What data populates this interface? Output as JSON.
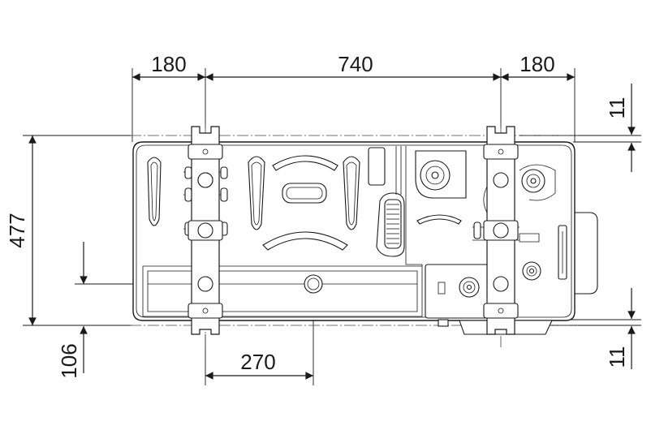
{
  "dimensions": {
    "top_left": "180",
    "top_middle": "740",
    "top_right": "180",
    "right_top": "11",
    "right_bottom": "11",
    "left_height": "477",
    "left_bottom": "106",
    "bottom_span": "270"
  }
}
